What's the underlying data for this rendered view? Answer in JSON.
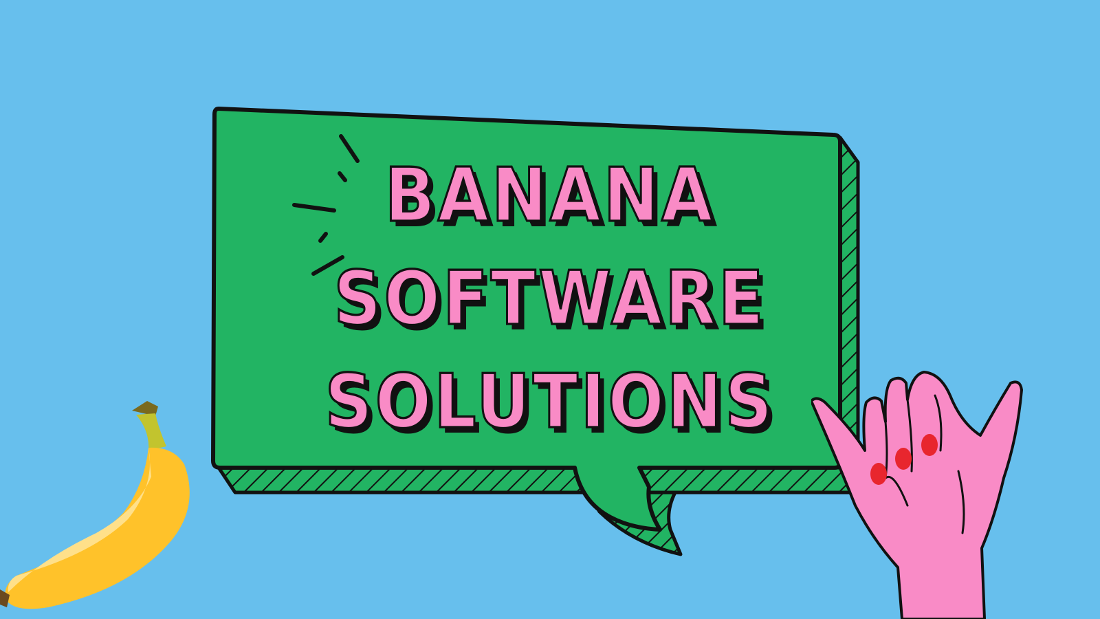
{
  "title": {
    "line1": "BANANA",
    "line2": "SOFTWARE",
    "line3": "SOLUTIONS"
  },
  "colors": {
    "background": "#67bfed",
    "bubble_fill": "#22b463",
    "text_fill": "#f98bc6",
    "outline": "#111111",
    "banana_yellow": "#ffc22a",
    "banana_light": "#ffe08a",
    "banana_stem": "#c2c42e",
    "hand_fill": "#f98bc6",
    "nail_red": "#e8262e"
  },
  "icons": [
    "speech-bubble-icon",
    "banana-icon",
    "hand-icon"
  ]
}
